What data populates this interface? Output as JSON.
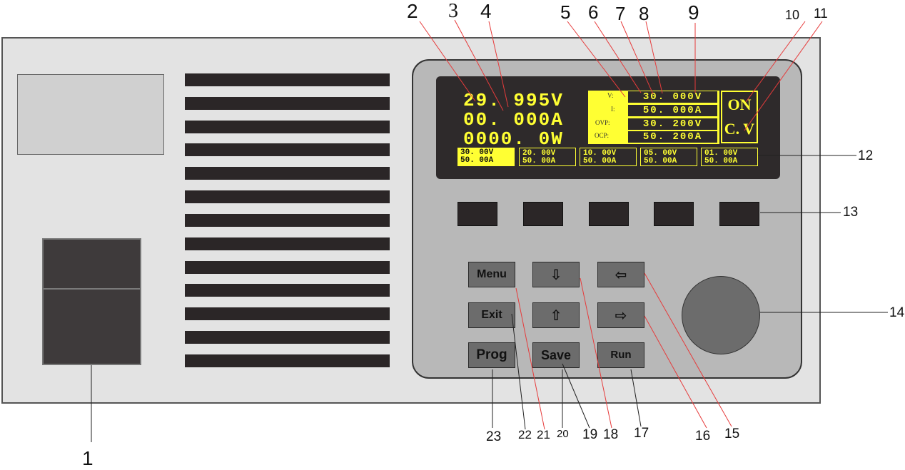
{
  "display": {
    "voltage": "29. 995V",
    "current": "00. 000A",
    "power": "0000. 0W",
    "set_labels": {
      "v": "V:",
      "i": "I:",
      "ovp": "OVP:",
      "ocp": "OCP:"
    },
    "set_values": {
      "v": "30. 000V",
      "i": "50. 000A",
      "ovp": "30. 200V",
      "ocp": "50. 200A"
    },
    "output_state": "ON",
    "mode": "C. V",
    "presets": [
      {
        "v": "30. 00V",
        "a": "50. 00A"
      },
      {
        "v": "20. 00V",
        "a": "50. 00A"
      },
      {
        "v": "10. 00V",
        "a": "50. 00A"
      },
      {
        "v": "05. 00V",
        "a": "50. 00A"
      },
      {
        "v": "01. 00V",
        "a": "50. 00A"
      }
    ]
  },
  "keys": {
    "menu": "Menu",
    "exit": "Exit",
    "prog": "Prog",
    "save": "Save",
    "run": "Run",
    "down_icon": "⇩",
    "up_icon": "⇧",
    "left_icon": "⇦",
    "right_icon": "⇨"
  },
  "callouts": [
    "1",
    "2",
    "3",
    "4",
    "5",
    "6",
    "7",
    "8",
    "9",
    "10",
    "11",
    "12",
    "13",
    "14",
    "15",
    "16",
    "17",
    "18",
    "19",
    "20",
    "21",
    "22",
    "23"
  ],
  "colors": {
    "lcd_bg": "#2e2a2b",
    "lcd_text": "#ffff33",
    "panel": "#b8b8b8",
    "chassis": "#e3e3e3"
  }
}
